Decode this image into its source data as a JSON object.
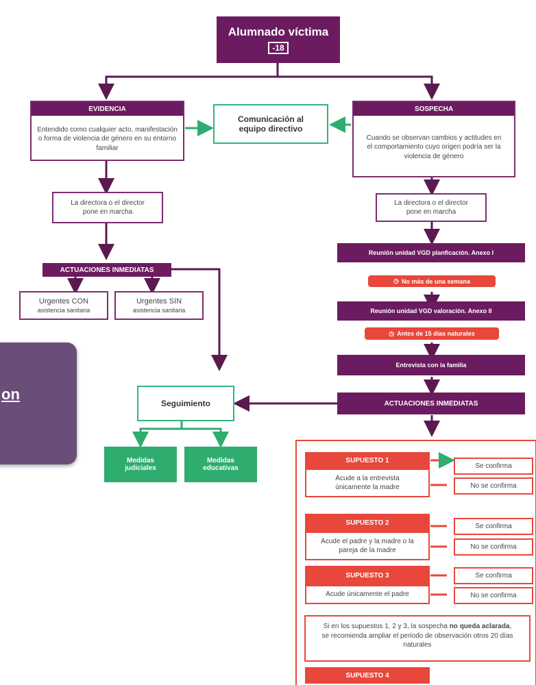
{
  "top": {
    "title": "Alumnado víctima",
    "badge": "-18"
  },
  "evidencia": {
    "header": "EVIDENCIA",
    "text": "Entendido como cualquier acto, manifestación o forma de violencia de género en su entorno familiar"
  },
  "comunicacion": {
    "text": "Comunicación al equipo directivo"
  },
  "sospecha": {
    "header": "SOSPECHA",
    "text": "Cuando se observan cambios y actitudes en el comportamiento cuyo origen podría ser la violencia de género"
  },
  "directora_left": "La directora o el director pone en marcha",
  "directora_right": "La directora o el director pone en marcha",
  "actuaciones_left": "ACTUACIONES INMEDIATAS",
  "urgentes_con": {
    "title": "Urgentes CON",
    "sub": "asistencia sanitaria"
  },
  "urgentes_sin": {
    "title": "Urgentes SIN",
    "sub": "asistencia sanitaria"
  },
  "side_tab": {
    "text": "on"
  },
  "seguimiento": "Seguimiento",
  "medidas_judiciales": "Medidas judiciales",
  "medidas_educativas": "Medidas educativas",
  "reunion_planificacion": "Reunión unidad VGD planficación. Anexo I",
  "no_mas_semana": "No más de una semana",
  "reunion_valoracion": "Reunión unidad VGD valoración. Anexo II",
  "antes_15": "Antes de 15 días naturales",
  "entrevista": {
    "prefix": "Entrevista con ",
    "bold": "la familia"
  },
  "actuaciones_right": "ACTUACIONES INMEDIATAS",
  "supuestos": [
    {
      "header": "SUPUESTO 1",
      "text": "Acude a la entrevista únicamente la madre",
      "yes": "Se confirma",
      "no": "No se confirma"
    },
    {
      "header": "SUPUESTO 2",
      "text": "Acude el padre y la madre o la pareja de la madre",
      "yes": "Se confirma",
      "no": "No se confirma"
    },
    {
      "header": "SUPUESTO 3",
      "text": "Acude únicamente el padre",
      "yes": "Se confirma",
      "no": "No se confirma"
    }
  ],
  "nota": {
    "p1": "Si en los supuestos 1, 2 y 3, la sospecha ",
    "b1": "no queda aclarada",
    "p2": ", se recomienda ampliar el periodo de observación otros  20 días naturales"
  },
  "supuesto4": "SUPUESTO 4",
  "colors": {
    "purple": "#6b1b5f",
    "green": "#2ead6e",
    "red": "#e8473b",
    "tab": "#6a4e7a"
  }
}
